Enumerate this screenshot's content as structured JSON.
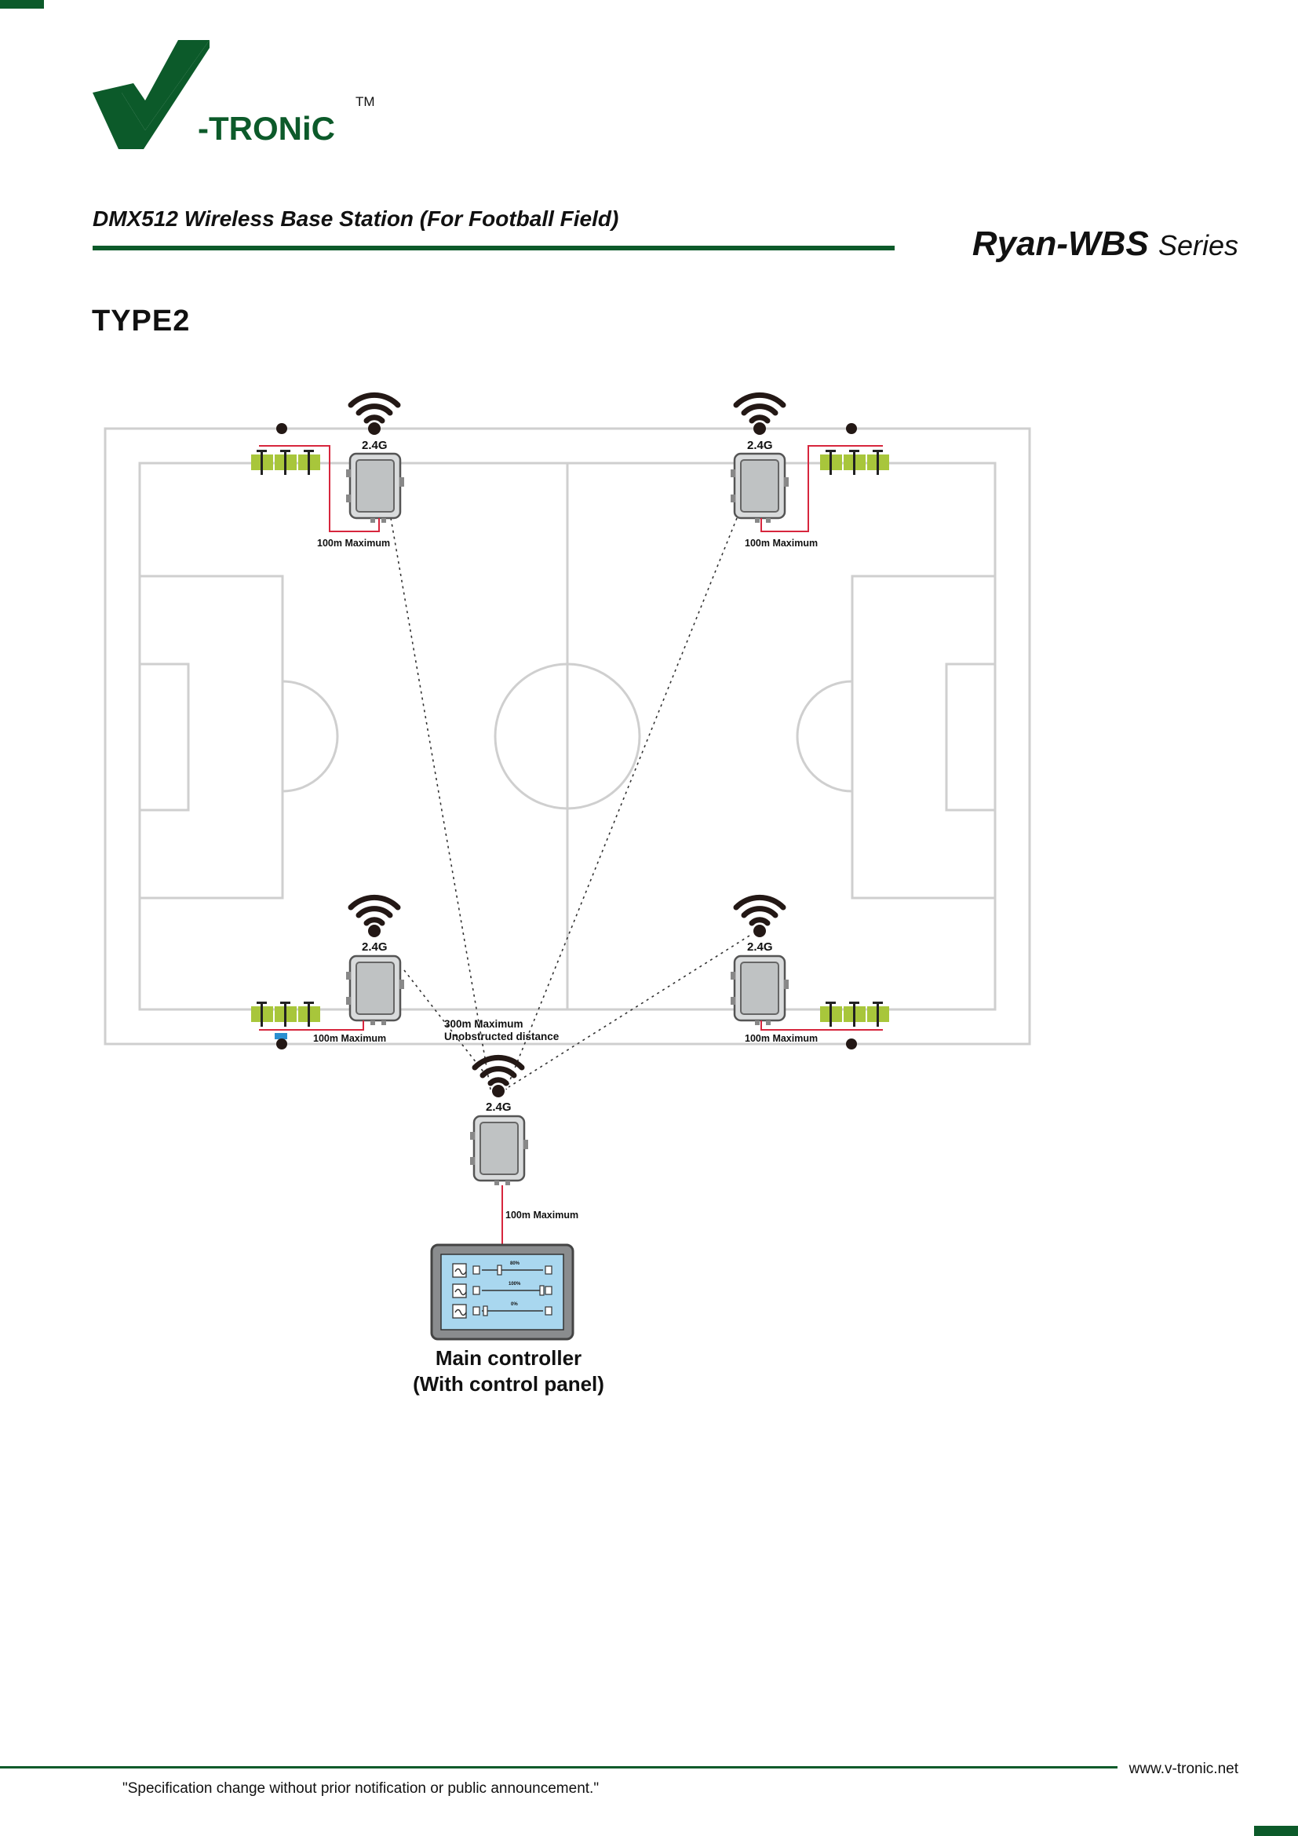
{
  "brand": {
    "name": "-TRONiC",
    "trademark": "TM",
    "color": "#0c5a2a"
  },
  "header": {
    "title": "DMX512 Wireless Base Station (For Football Field)",
    "series_model": "Ryan-WBS",
    "series_suffix": "Series"
  },
  "section": {
    "heading": "TYPE2"
  },
  "diagram": {
    "band_label": "2.4G",
    "cable_limit_label": "100m Maximum",
    "wireless_limit_line1": "300m Maximum",
    "wireless_limit_line2": "Unobstructed distance",
    "controller_line1": "Main controller",
    "controller_line2": "(With control panel)",
    "panel_levels": [
      "80%",
      "100%",
      "0%"
    ],
    "colors": {
      "field_lines": "#cfcfcf",
      "cable": "#d7263d",
      "light_fixture": "#a8c63b",
      "panel_screen": "#a9d7ef",
      "device_body": "#bfc2c3"
    },
    "icons": [
      "wifi-icon",
      "base-station-icon",
      "light-fixture-icon",
      "control-panel-icon"
    ]
  },
  "footer": {
    "website": "www.v-tronic.net",
    "disclaimer": "\"Specification change without prior notification or public announcement.\""
  }
}
